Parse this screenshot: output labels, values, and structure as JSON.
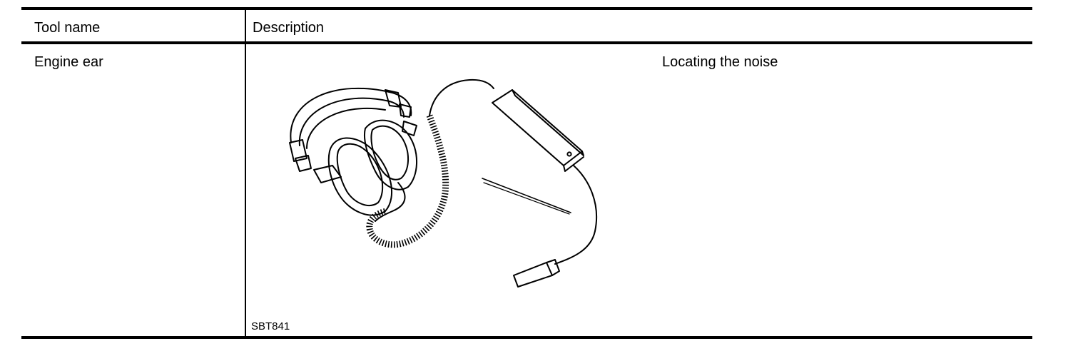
{
  "table": {
    "headers": {
      "tool_name": "Tool name",
      "description": "Description"
    },
    "rows": [
      {
        "tool_name": "Engine ear",
        "description": "Locating the noise",
        "figure_code": "SBT841",
        "illustration_icon": "engine-ear-stethoscope-icon"
      }
    ]
  }
}
